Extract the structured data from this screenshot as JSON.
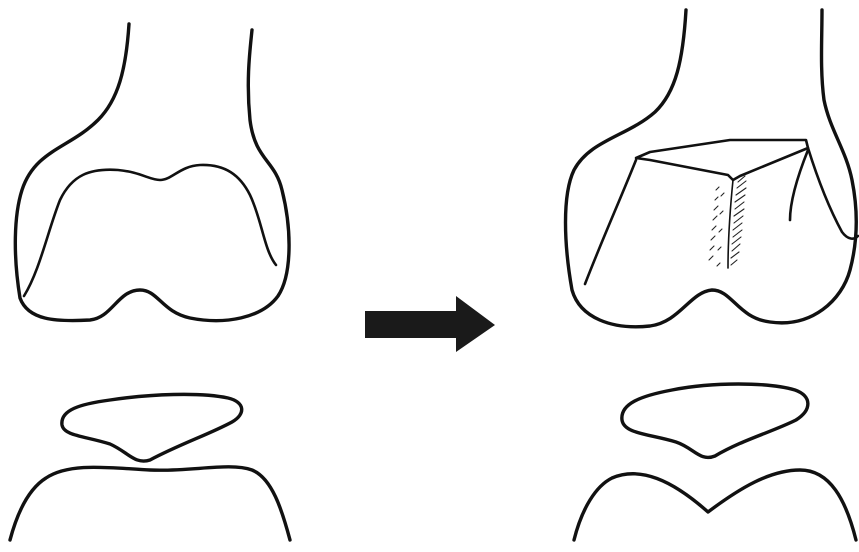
{
  "colors": {
    "background": "#ffffff",
    "line": "#111111",
    "arrow": "#1a1a1a"
  },
  "figure": {
    "panels": [
      {
        "name": "before",
        "parts": [
          "femur-distal-end",
          "femoral-intercondylar-notch-outline",
          "patella",
          "tibia-proximal-end"
        ]
      },
      {
        "name": "after",
        "parts": [
          "femur-distal-end",
          "trochlear-groove-deepened",
          "groove-hatching",
          "patella",
          "tibia-proximal-end"
        ]
      }
    ],
    "connector": "right-arrow-icon"
  }
}
